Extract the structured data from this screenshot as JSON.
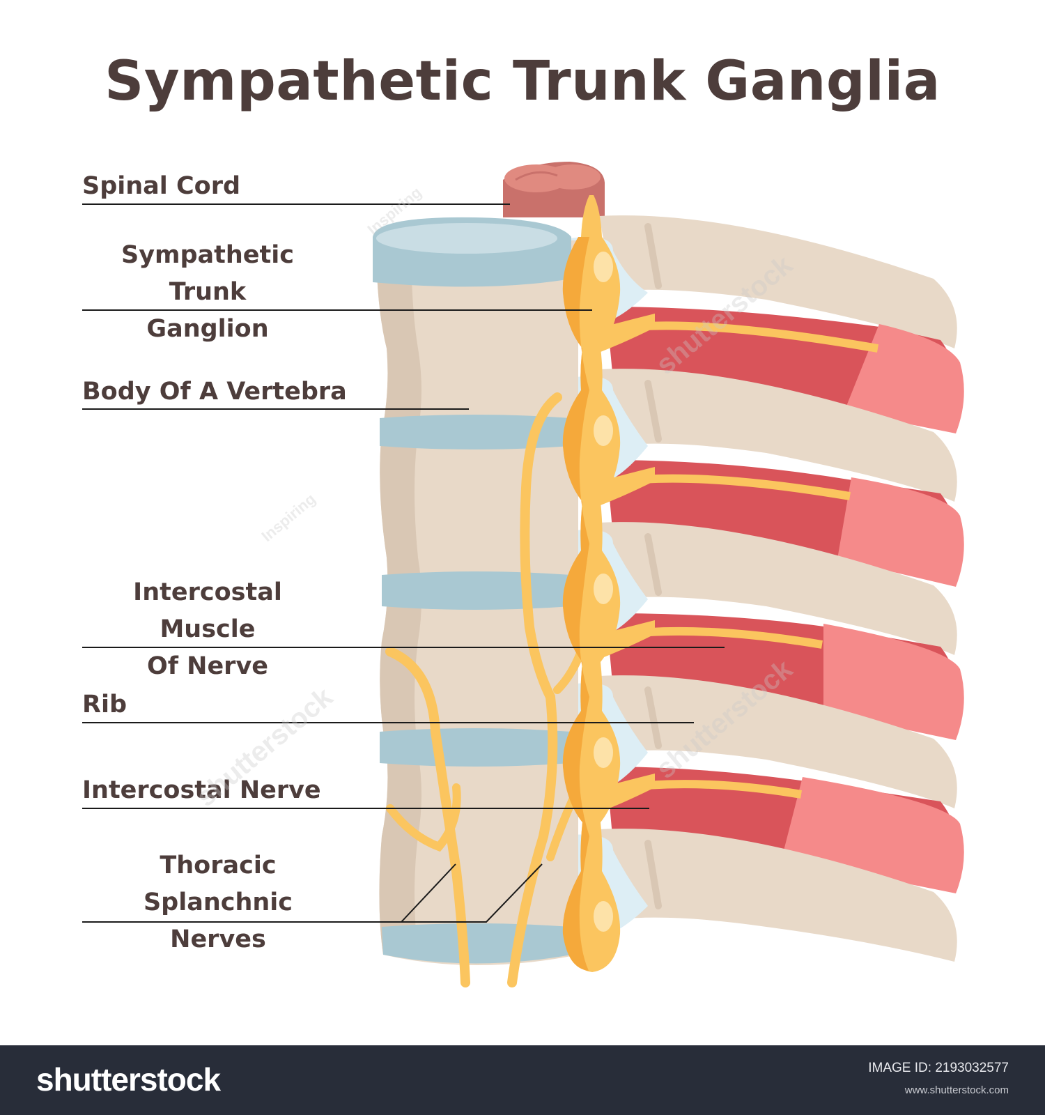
{
  "title": "Sympathetic Trunk Ganglia",
  "labels": [
    {
      "id": "spinal-cord",
      "lines": [
        "Spinal Cord"
      ]
    },
    {
      "id": "sympathetic-trunk-ganglion",
      "lines": [
        "Sympathetic Trunk",
        "Ganglion"
      ]
    },
    {
      "id": "body-of-a-vertebra",
      "lines": [
        "Body Of A Vertebra"
      ]
    },
    {
      "id": "intercostal-muscle-of-nerve",
      "lines": [
        "Intercostal Muscle",
        "Of Nerve"
      ]
    },
    {
      "id": "rib",
      "lines": [
        "Rib"
      ]
    },
    {
      "id": "intercostal-nerve",
      "lines": [
        "Intercostal Nerve"
      ]
    },
    {
      "id": "thoracic-splanchnic-nerves",
      "lines": [
        "Thoracic Splanchnic",
        "Nerves"
      ]
    }
  ],
  "watermark": {
    "brand": "shutterstock",
    "tag": "Inspiring"
  },
  "footer": {
    "brand": "shutterstock",
    "image_id": "IMAGE ID: 2193032577",
    "site": "www.shutterstock.com"
  },
  "colors": {
    "text": "#4d3d3b",
    "bone": "#e8d9c8",
    "bone_shadow": "#d9c7b4",
    "disc": "#a9c8d2",
    "disc_light": "#c9dde4",
    "ligament": "#ddeef5",
    "nerve": "#fbc55f",
    "nerve_dark": "#f5a93b",
    "nerve_highlight": "#fde2a8",
    "muscle": "#d9545a",
    "muscle_pink": "#f58a8a",
    "cord": "#c9716b",
    "cord_light": "#e08a80",
    "footer_bg": "#282d39"
  }
}
